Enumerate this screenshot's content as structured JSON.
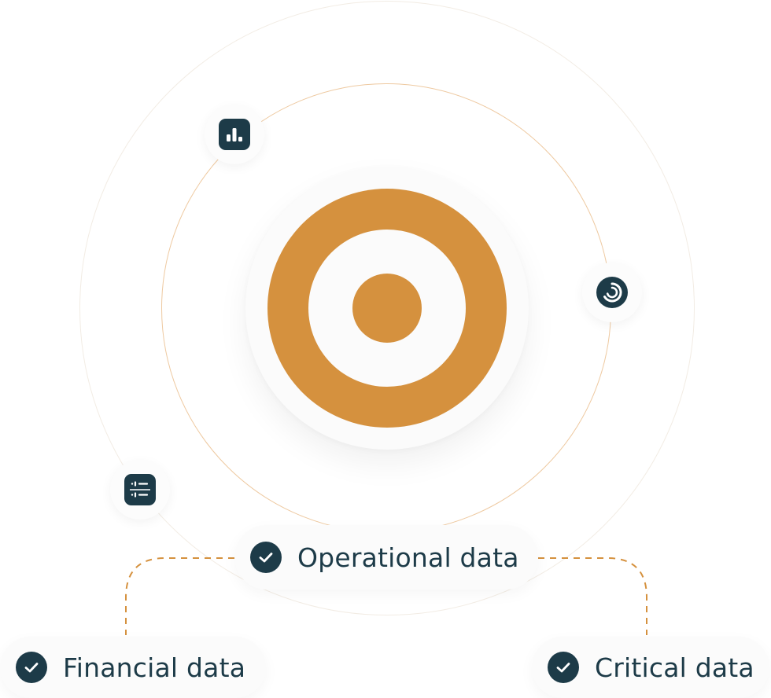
{
  "diagram": {
    "colors": {
      "accent": "#d5913e",
      "dark": "#1d3b48",
      "outer_ring": "#f2ece4",
      "inner_ring": "#eec9a0",
      "plate": "#fbfbfb"
    },
    "center_icon": "target-icon",
    "orbit_icons": [
      "bar-chart-icon",
      "spinner-icon",
      "server-icon"
    ],
    "items": [
      {
        "label": "Operational data",
        "icon": "check-circle-icon"
      },
      {
        "label": "Financial data",
        "icon": "check-circle-icon"
      },
      {
        "label": "Critical data",
        "icon": "check-circle-icon"
      }
    ]
  }
}
